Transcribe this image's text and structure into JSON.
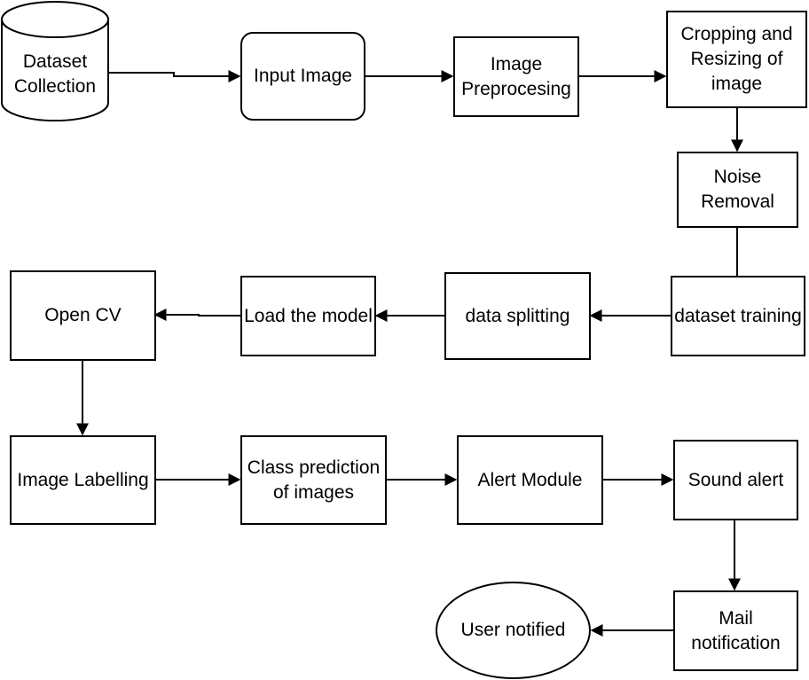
{
  "nodes": {
    "dataset_collection": "Dataset Collection",
    "input_image": "Input Image",
    "image_preprocessing": "Image Preprocesing",
    "cropping_resizing": "Cropping and Resizing of image",
    "noise_removal": "Noise Removal",
    "dataset_training": "dataset training",
    "data_splitting": "data splitting",
    "load_model": "Load the model",
    "open_cv": "Open CV",
    "image_labelling": "Image Labelling",
    "class_prediction": "Class prediction of images",
    "alert_module": "Alert Module",
    "sound_alert": "Sound alert",
    "mail_notification": "Mail notification",
    "user_notified": "User notified"
  },
  "colors": {
    "stroke": "#000000",
    "fill": "#ffffff"
  }
}
